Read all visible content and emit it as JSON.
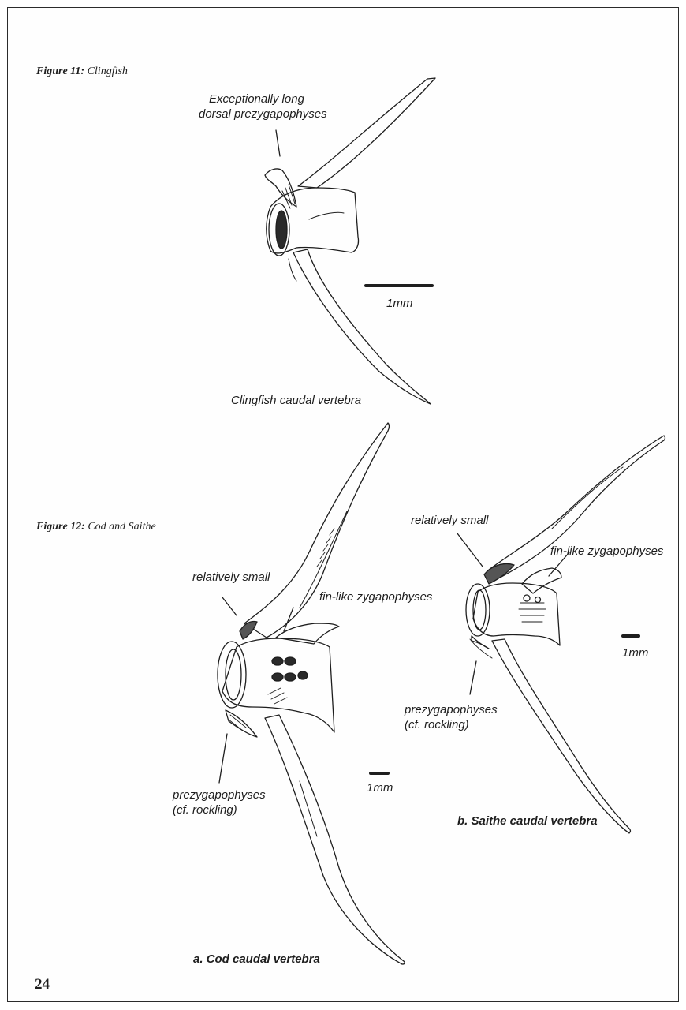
{
  "page_number": "24",
  "figure11": {
    "caption_label": "Figure 11:",
    "caption_text": "Clingfish",
    "annotation": [
      "Exceptionally long",
      "dorsal prezygapophyses"
    ],
    "scale": "1mm",
    "title": "Clingfish caudal vertebra"
  },
  "figure12": {
    "caption_label": "Figure 12:",
    "caption_text": "Cod and Saithe",
    "cod": {
      "label_small": "relatively small",
      "label_fin": "fin-like zygapophyses",
      "label_prezyg": [
        "prezygapophyses",
        "(cf. rockling)"
      ],
      "scale": "1mm",
      "title": "a. Cod caudal vertebra"
    },
    "saithe": {
      "label_small": "relatively small",
      "label_fin": "fin-like zygapophyses",
      "label_prezyg": [
        "prezygapophyses",
        "(cf. rockling)"
      ],
      "scale": "1mm",
      "title": "b. Saithe caudal vertebra"
    }
  },
  "colors": {
    "ink": "#1e1e1e",
    "paper": "#fefefe"
  }
}
